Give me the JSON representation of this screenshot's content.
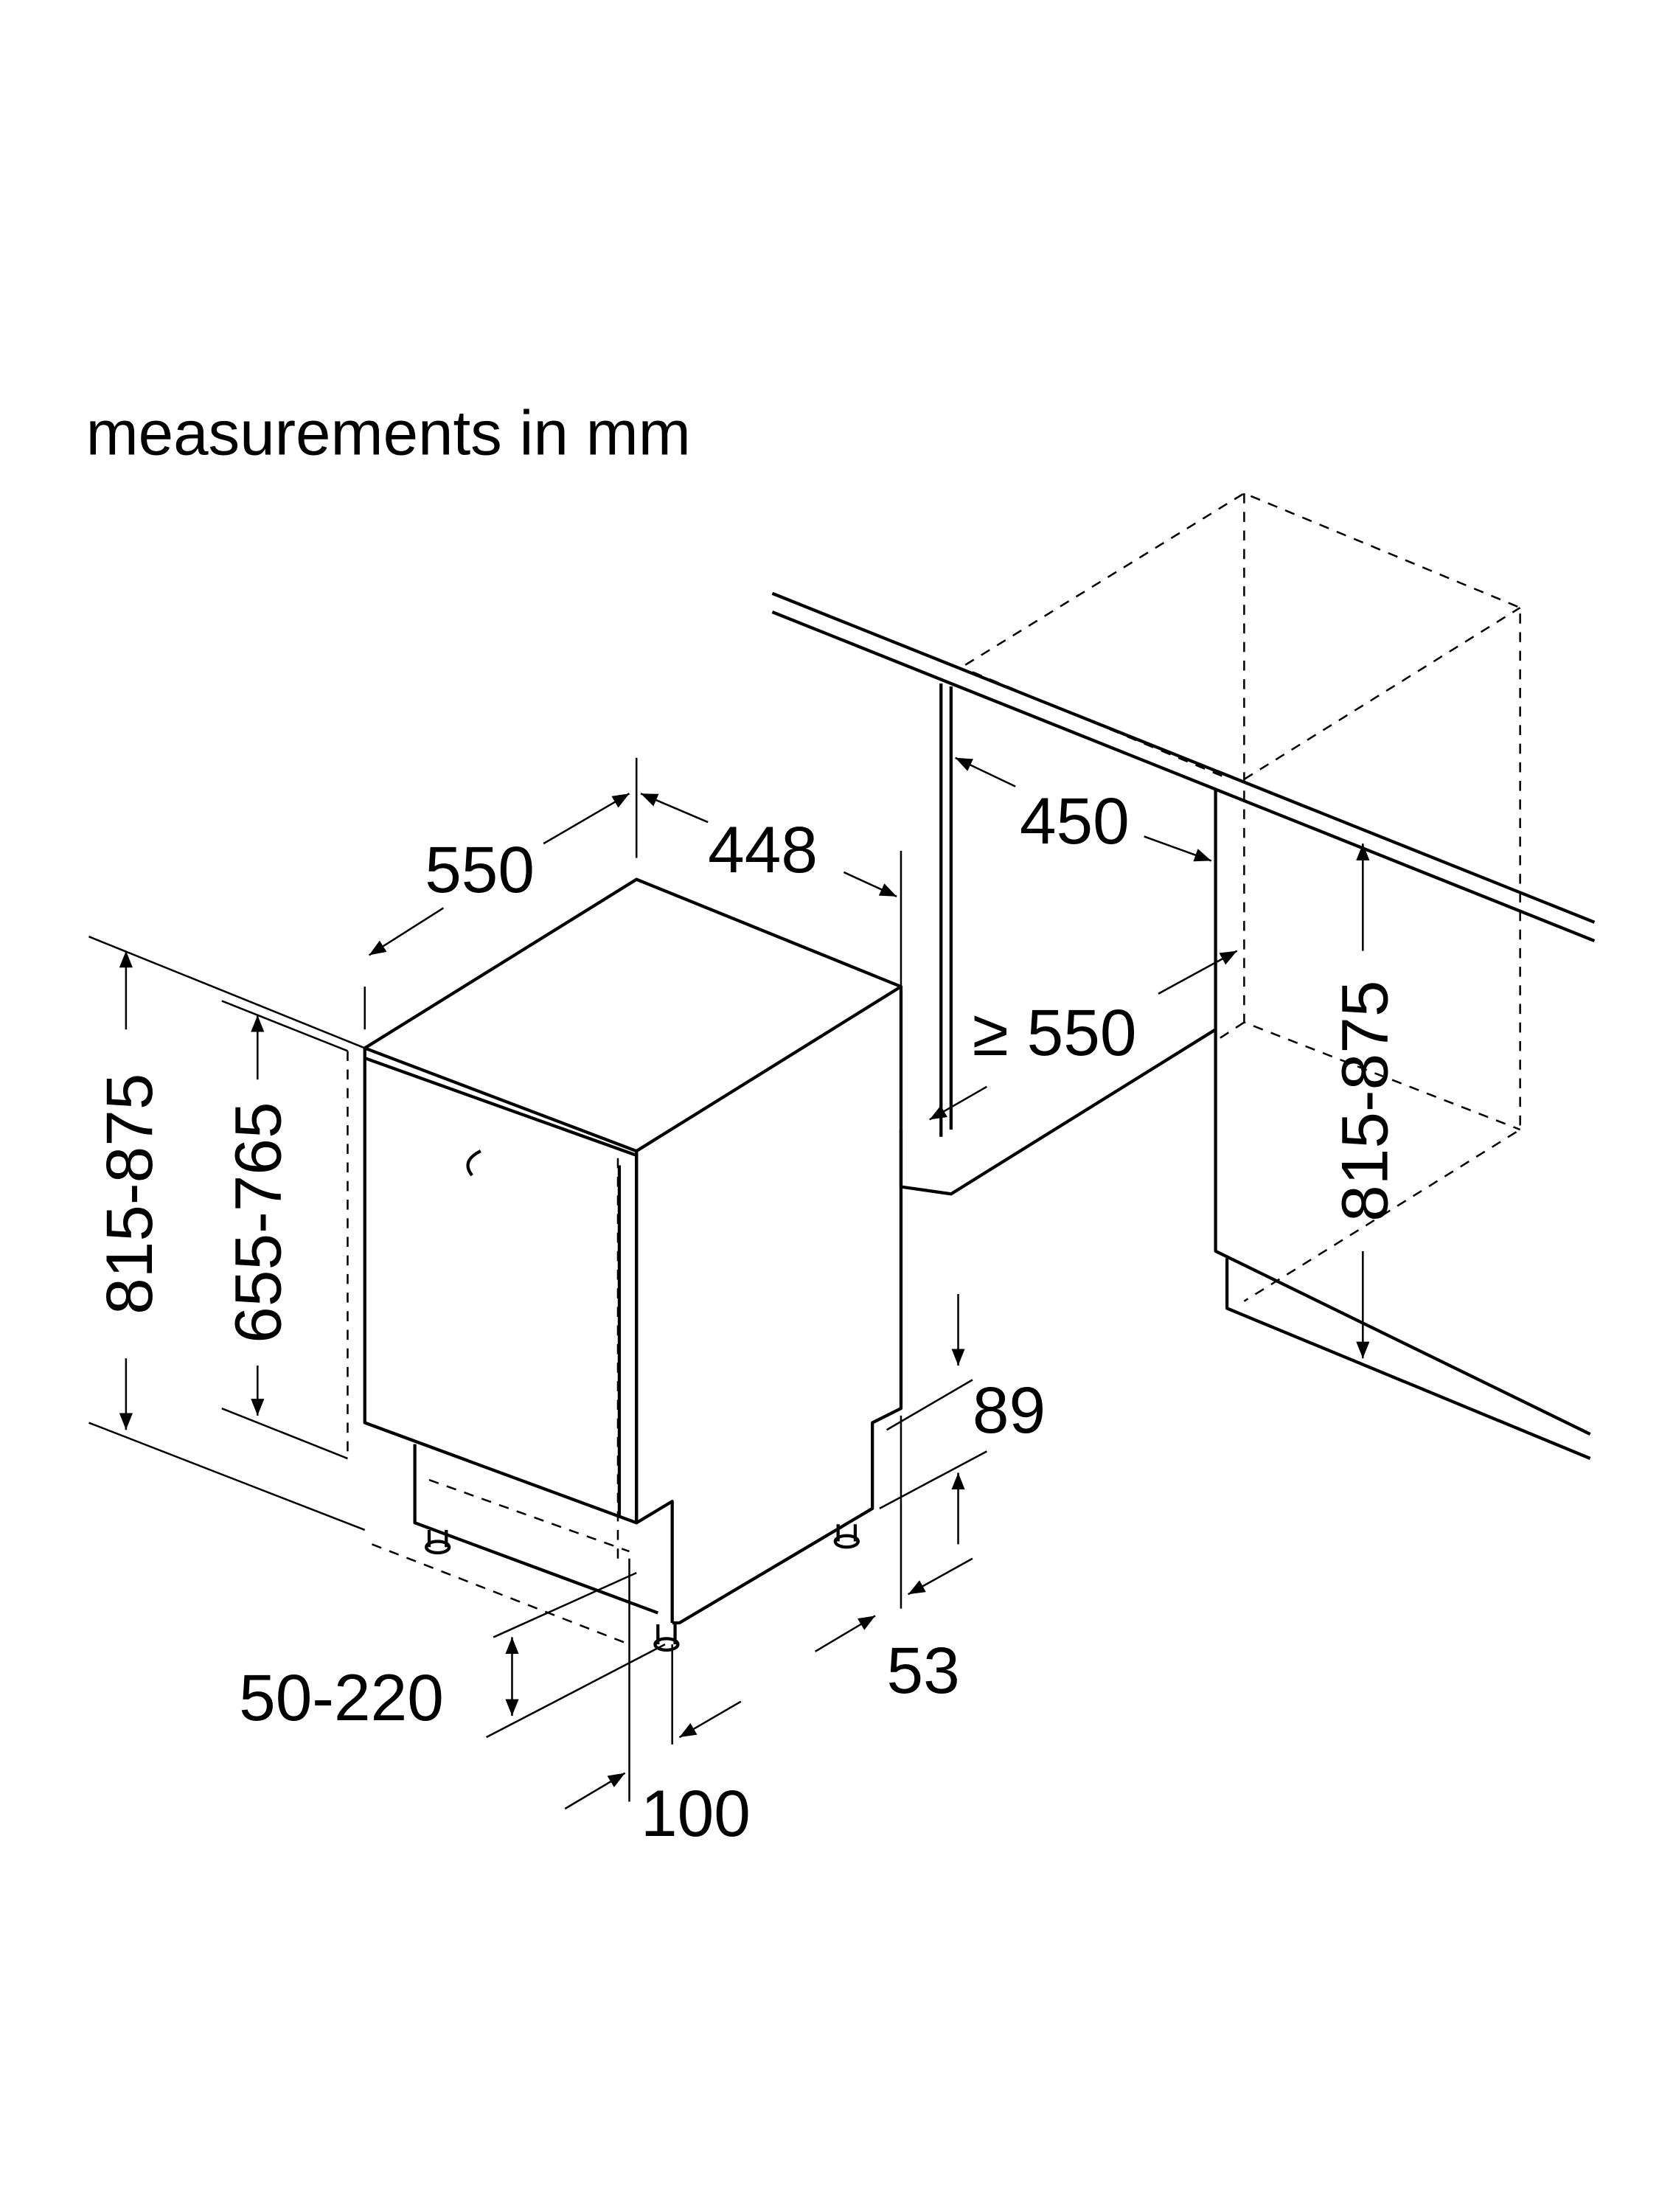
{
  "title": "measurements in mm",
  "dimensions": {
    "depth_appliance": "550",
    "width_appliance": "448",
    "niche_width": "450",
    "niche_depth": "≥ 550",
    "height_total_left": "815-875",
    "height_door": "655-765",
    "height_niche_right": "815-875",
    "plinth_height_89": "89",
    "plinth_depth_53": "53",
    "plinth_range": "50-220",
    "plinth_offset": "100"
  }
}
